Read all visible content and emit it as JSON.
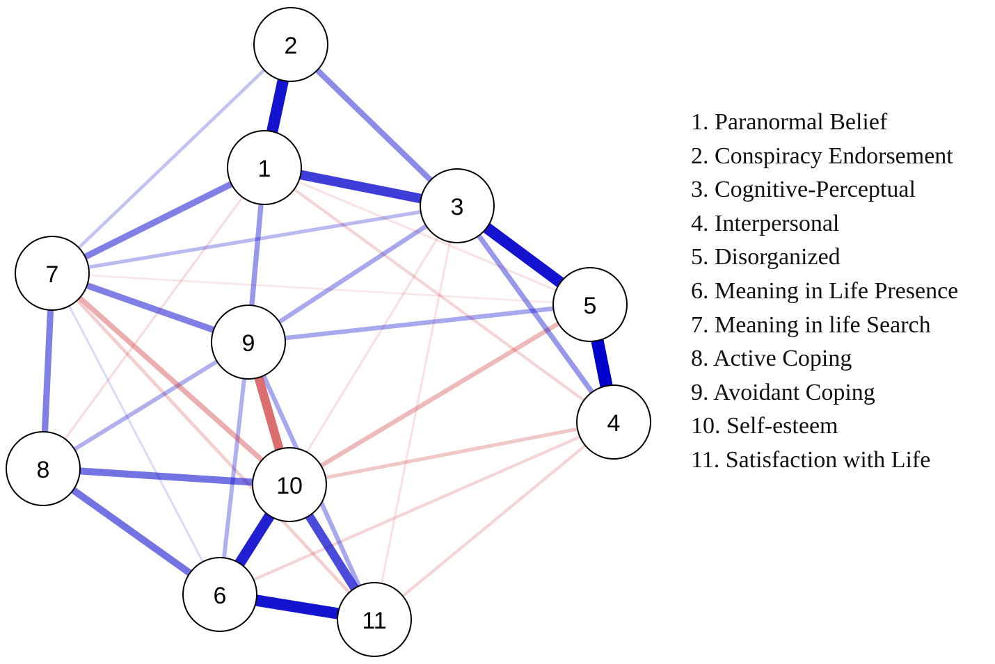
{
  "nodes": [
    {
      "id": "1",
      "label": "1"
    },
    {
      "id": "2",
      "label": "2"
    },
    {
      "id": "3",
      "label": "3"
    },
    {
      "id": "4",
      "label": "4"
    },
    {
      "id": "5",
      "label": "5"
    },
    {
      "id": "6",
      "label": "6"
    },
    {
      "id": "7",
      "label": "7"
    },
    {
      "id": "8",
      "label": "8"
    },
    {
      "id": "9",
      "label": "9"
    },
    {
      "id": "10",
      "label": "10"
    },
    {
      "id": "11",
      "label": "11"
    }
  ],
  "edges": [
    {
      "from": "1",
      "to": "2",
      "sign": "positive",
      "weight": 0.8
    },
    {
      "from": "1",
      "to": "3",
      "sign": "positive",
      "weight": 0.65
    },
    {
      "from": "3",
      "to": "5",
      "sign": "positive",
      "weight": 0.8
    },
    {
      "from": "5",
      "to": "4",
      "sign": "positive",
      "weight": 0.9
    },
    {
      "from": "6",
      "to": "11",
      "sign": "positive",
      "weight": 0.8
    },
    {
      "from": "10",
      "to": "6",
      "sign": "positive",
      "weight": 0.75
    },
    {
      "from": "10",
      "to": "11",
      "sign": "positive",
      "weight": 0.6
    },
    {
      "from": "2",
      "to": "3",
      "sign": "positive",
      "weight": 0.35
    },
    {
      "from": "1",
      "to": "7",
      "sign": "positive",
      "weight": 0.4
    },
    {
      "from": "7",
      "to": "9",
      "sign": "positive",
      "weight": 0.4
    },
    {
      "from": "7",
      "to": "8",
      "sign": "positive",
      "weight": 0.4
    },
    {
      "from": "8",
      "to": "10",
      "sign": "positive",
      "weight": 0.45
    },
    {
      "from": "8",
      "to": "6",
      "sign": "positive",
      "weight": 0.45
    },
    {
      "from": "1",
      "to": "9",
      "sign": "positive",
      "weight": 0.3
    },
    {
      "from": "3",
      "to": "4",
      "sign": "positive",
      "weight": 0.3
    },
    {
      "from": "9",
      "to": "5",
      "sign": "positive",
      "weight": 0.25
    },
    {
      "from": "9",
      "to": "3",
      "sign": "positive",
      "weight": 0.25
    },
    {
      "from": "9",
      "to": "8",
      "sign": "positive",
      "weight": 0.22
    },
    {
      "from": "9",
      "to": "6",
      "sign": "positive",
      "weight": 0.22
    },
    {
      "from": "9",
      "to": "11",
      "sign": "positive",
      "weight": 0.25
    },
    {
      "from": "2",
      "to": "7",
      "sign": "positive",
      "weight": 0.15
    },
    {
      "from": "7",
      "to": "3",
      "sign": "positive",
      "weight": 0.18
    },
    {
      "from": "7",
      "to": "6",
      "sign": "positive",
      "weight": 0.06
    },
    {
      "from": "9",
      "to": "10",
      "sign": "negative",
      "weight": 0.6
    },
    {
      "from": "7",
      "to": "10",
      "sign": "negative",
      "weight": 0.3
    },
    {
      "from": "10",
      "to": "5",
      "sign": "negative",
      "weight": 0.25
    },
    {
      "from": "10",
      "to": "4",
      "sign": "negative",
      "weight": 0.18
    },
    {
      "from": "7",
      "to": "11",
      "sign": "negative",
      "weight": 0.15
    },
    {
      "from": "6",
      "to": "4",
      "sign": "negative",
      "weight": 0.12
    },
    {
      "from": "11",
      "to": "4",
      "sign": "negative",
      "weight": 0.12
    },
    {
      "from": "1",
      "to": "4",
      "sign": "negative",
      "weight": 0.12
    },
    {
      "from": "1",
      "to": "8",
      "sign": "negative",
      "weight": 0.08
    },
    {
      "from": "1",
      "to": "5",
      "sign": "negative",
      "weight": 0.06
    },
    {
      "from": "3",
      "to": "6",
      "sign": "negative",
      "weight": 0.07
    },
    {
      "from": "3",
      "to": "11",
      "sign": "negative",
      "weight": 0.06
    },
    {
      "from": "7",
      "to": "5",
      "sign": "negative",
      "weight": 0.04
    }
  ],
  "colors": {
    "positive": "#0000cc",
    "negative": "#cc3333",
    "node_fill": "#ffffff",
    "node_stroke": "#000000"
  },
  "legend": [
    "1. Paranormal Belief",
    "2. Conspiracy Endorsement",
    "3. Cognitive-Perceptual",
    "4. Interpersonal",
    "5. Disorganized",
    "6. Meaning in Life Presence",
    "7. Meaning in life Search",
    "8. Active Coping",
    "9. Avoidant Coping",
    "10.  Self-esteem",
    "11.  Satisfaction with Life"
  ]
}
